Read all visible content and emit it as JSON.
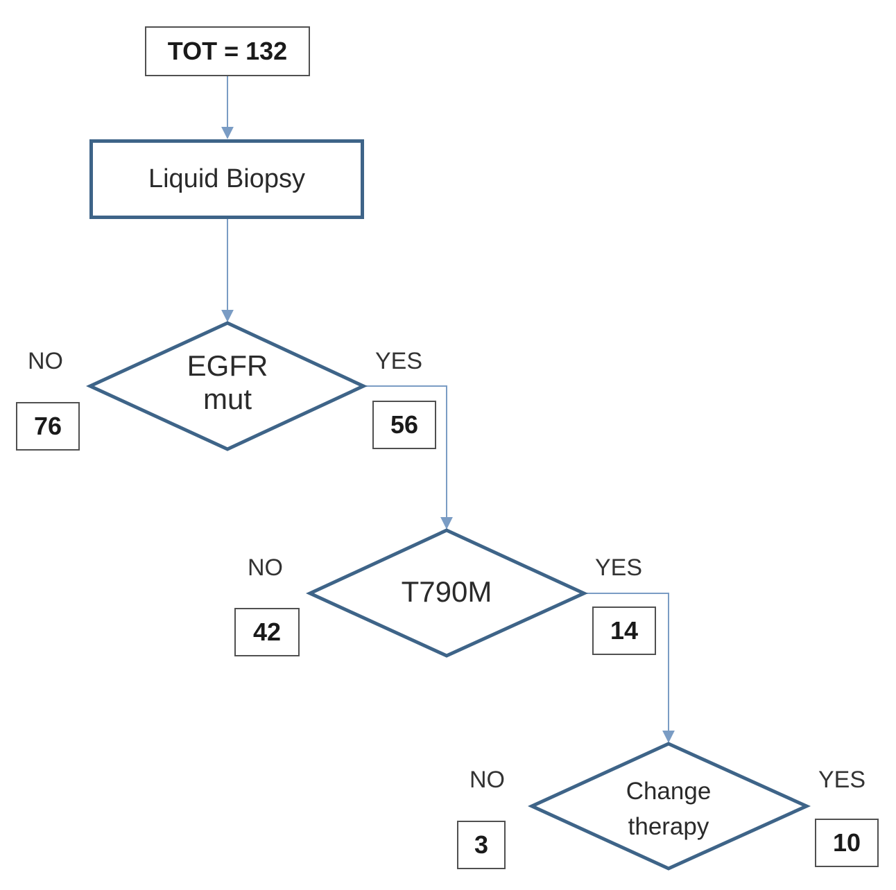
{
  "colors": {
    "diamond_stroke": "#3e6488",
    "arrow": "#7a9cc4",
    "box_border": "#505050"
  },
  "total_box": {
    "text": "TOT = 132"
  },
  "process_box": {
    "text": "Liquid Biopsy"
  },
  "decisions": [
    {
      "line1": "EGFR",
      "line2": "mut",
      "no_label": "NO",
      "no_count": "76",
      "yes_label": "YES",
      "yes_count": "56"
    },
    {
      "line1": "T790M",
      "line2": "",
      "no_label": "NO",
      "no_count": "42",
      "yes_label": "YES",
      "yes_count": "14"
    },
    {
      "line1": "Change",
      "line2": "therapy",
      "no_label": "NO",
      "no_count": "3",
      "yes_label": "YES",
      "yes_count": "10"
    }
  ]
}
